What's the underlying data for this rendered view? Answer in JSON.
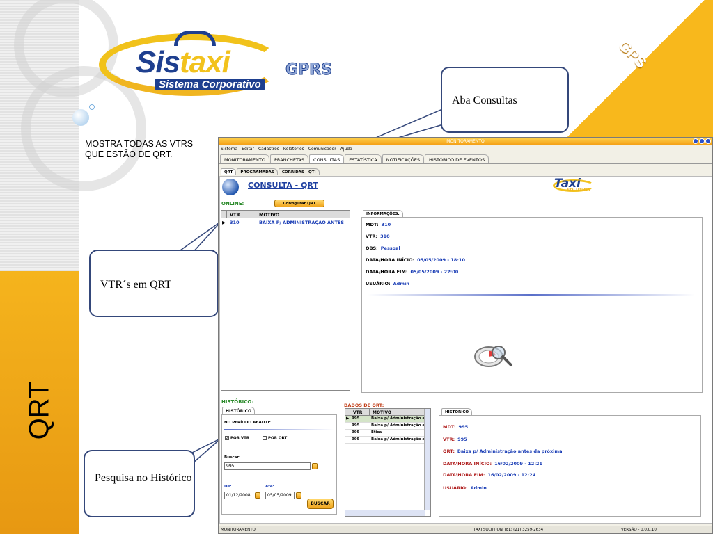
{
  "slide": {
    "corner_label": "GPS",
    "vertical_title": "QRT",
    "logo": {
      "sis": "Sis",
      "taxi": "taxi",
      "subtitle": "Sistema Corporativo",
      "gprs": "GPRS"
    },
    "description": "MOSTRA TODAS AS VTRS QUE ESTÃO DE QRT.",
    "callouts": {
      "aba": "Aba Consultas",
      "vtrs": "VTR´s em QRT",
      "pesquisa": "Pesquisa no Histórico"
    },
    "colors": {
      "accent": "#f5b41d",
      "callout_border": "#34477a",
      "brand_blue": "#1e3f8f"
    }
  },
  "app": {
    "title": "MONITORAMENTO",
    "menu": [
      "Sistema",
      "Editar",
      "Cadastros",
      "Relatórios",
      "Comunicador",
      "Ajuda"
    ],
    "tabs": [
      "MONITORAMENTO",
      "PRANCHETAS",
      "CONSULTAS",
      "ESTATÍSTICA",
      "NOTIFICAÇÕES",
      "HISTÓRICO DE EVENTOS"
    ],
    "active_tab": "CONSULTAS",
    "subtabs": [
      "QRT",
      "PROGRAMADAS",
      "CORRIDAS - QTI"
    ],
    "page_title": "CONSULTA - QRT",
    "taxi_logo": {
      "name": "Taxi",
      "sub": "SOLUTION"
    },
    "online_label": "ONLINE:",
    "config_button": "Configurar QRT",
    "vtr_table": {
      "columns": [
        "VTR",
        "MOTIVO"
      ],
      "rows": [
        {
          "vtr": "310",
          "motivo": "BAIXA P/ ADMINISTRAÇÃO ANTES"
        }
      ]
    },
    "info": {
      "tab": "INFORMAÇÕES:",
      "mdt_label": "MDT:",
      "mdt": "310",
      "vtr_label": "VTR:",
      "vtr": "310",
      "obs_label": "OBS:",
      "obs": "Pessoal",
      "inicio_label": "DATA\\HORA INÍCIO:",
      "inicio": "05/05/2009 - 18:10",
      "fim_label": "DATA\\HORA FIM:",
      "fim": "05/05/2009 - 22:00",
      "usuario_label": "USUÁRIO:",
      "usuario": "Admin"
    },
    "historico": {
      "title": "HISTÓRICO:",
      "tab": "HISTÓRICO",
      "periodo": "NO PERÍODO ABAIXO:",
      "por_vtr": "POR VTR",
      "por_qrt": "POR QRT",
      "buscar_label": "Buscar:",
      "buscar_value": "995",
      "de_label": "De:",
      "de_value": "01/12/2008",
      "ate_label": "Até:",
      "ate_value": "05/05/2009",
      "buscar_button": "BUSCAR"
    },
    "dados": {
      "title": "DADOS DE QRT:",
      "columns": [
        "VTR",
        "MOTIVO"
      ],
      "rows": [
        {
          "vtr": "995",
          "motivo": "Baixa p/ Administração a"
        },
        {
          "vtr": "995",
          "motivo": "Baixa p/ Administração a"
        },
        {
          "vtr": "995",
          "motivo": "Ética"
        },
        {
          "vtr": "995",
          "motivo": "Baixa p/ Administração a"
        }
      ]
    },
    "historico_detail": {
      "tab": "HISTÓRICO",
      "mdt_label": "MDT:",
      "mdt": "995",
      "vtr_label": "VTR:",
      "vtr": "995",
      "qrt_label": "QRT:",
      "qrt": "Baixa p/ Administração antes da próxima",
      "inicio_label": "DATA\\HORA INÍCIO:",
      "inicio": "16/02/2009 - 12:21",
      "fim_label": "DATA\\HORA FIM:",
      "fim": "16/02/2009 - 12:24",
      "usuario_label": "USUÁRIO:",
      "usuario": "Admin"
    },
    "status": {
      "left": "MONITORAMENTO",
      "center": "TAXI SOLUTION  TEL: (21) 3259-2634",
      "right": "VERSÃO - 0.0.0.10"
    }
  }
}
